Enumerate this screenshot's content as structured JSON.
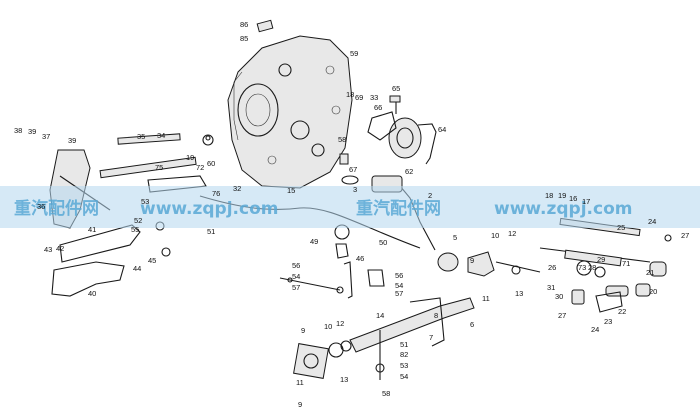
{
  "watermark": {
    "segments": [
      "重汽配件网",
      "www.zqpj.com",
      "重汽配件网",
      "www.zqpj.com"
    ],
    "band_color": "#b5d7ee",
    "text_color": "#5aa9d6"
  },
  "callouts": [
    {
      "text": "86"
    },
    {
      "text": "85"
    },
    {
      "text": "59"
    },
    {
      "text": "18"
    },
    {
      "text": "69"
    },
    {
      "text": "33"
    },
    {
      "text": "66"
    },
    {
      "text": "65"
    },
    {
      "text": "64"
    },
    {
      "text": "62"
    },
    {
      "text": "58"
    },
    {
      "text": "67"
    },
    {
      "text": "38"
    },
    {
      "text": "39"
    },
    {
      "text": "37"
    },
    {
      "text": "39"
    },
    {
      "text": "35"
    },
    {
      "text": "34"
    },
    {
      "text": "19"
    },
    {
      "text": "60"
    },
    {
      "text": "72"
    },
    {
      "text": "75"
    },
    {
      "text": "76"
    },
    {
      "text": "32"
    },
    {
      "text": "15"
    },
    {
      "text": "3"
    },
    {
      "text": "2"
    },
    {
      "text": "53"
    },
    {
      "text": "52"
    },
    {
      "text": "51"
    },
    {
      "text": "36"
    },
    {
      "text": "41"
    },
    {
      "text": "55"
    },
    {
      "text": "44"
    },
    {
      "text": "45"
    },
    {
      "text": "43"
    },
    {
      "text": "42"
    },
    {
      "text": "40"
    },
    {
      "text": "49"
    },
    {
      "text": "50"
    },
    {
      "text": "46"
    },
    {
      "text": "56"
    },
    {
      "text": "54"
    },
    {
      "text": "57"
    },
    {
      "text": "56"
    },
    {
      "text": "54"
    },
    {
      "text": "57"
    },
    {
      "text": "5"
    },
    {
      "text": "10"
    },
    {
      "text": "12"
    },
    {
      "text": "9"
    },
    {
      "text": "13"
    },
    {
      "text": "11"
    },
    {
      "text": "14"
    },
    {
      "text": "6"
    },
    {
      "text": "9"
    },
    {
      "text": "10"
    },
    {
      "text": "12"
    },
    {
      "text": "7"
    },
    {
      "text": "8"
    },
    {
      "text": "51"
    },
    {
      "text": "82"
    },
    {
      "text": "53"
    },
    {
      "text": "54"
    },
    {
      "text": "58"
    },
    {
      "text": "13"
    },
    {
      "text": "11"
    },
    {
      "text": "18"
    },
    {
      "text": "19"
    },
    {
      "text": "16"
    },
    {
      "text": "17"
    },
    {
      "text": "24"
    },
    {
      "text": "25"
    },
    {
      "text": "27"
    },
    {
      "text": "26"
    },
    {
      "text": "73"
    },
    {
      "text": "28"
    },
    {
      "text": "29"
    },
    {
      "text": "71"
    },
    {
      "text": "31"
    },
    {
      "text": "30"
    },
    {
      "text": "20"
    },
    {
      "text": "21"
    },
    {
      "text": "22"
    },
    {
      "text": "23"
    },
    {
      "text": "24"
    },
    {
      "text": "27"
    },
    {
      "text": "9"
    }
  ]
}
